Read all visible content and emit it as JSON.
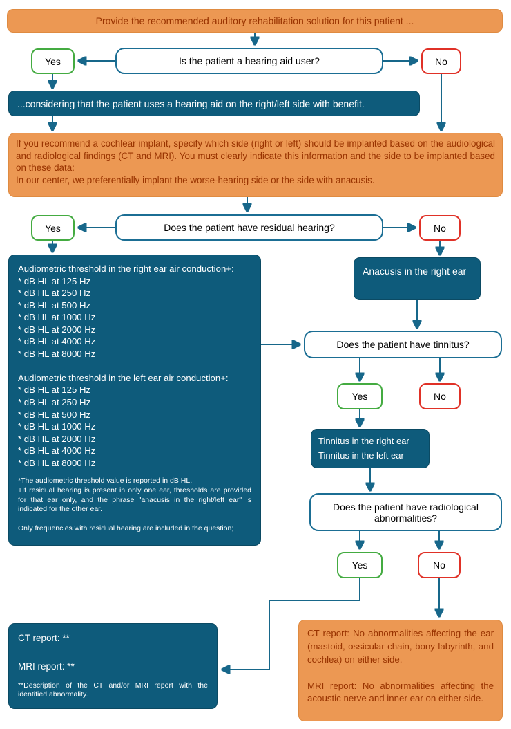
{
  "colors": {
    "orange_fill": "#EC9853",
    "orange_border": "#DF8B41",
    "orange_text": "#993300",
    "teal_fill": "#0E5B7B",
    "teal_border": "#0B4A63",
    "question_border": "#1B6E94",
    "yes_border": "#44AB41",
    "no_border": "#E03127",
    "arrow": "#17678A"
  },
  "labels": {
    "yes": "Yes",
    "no": "No"
  },
  "nodes": {
    "prompt": "Provide the recommended auditory rehabilitation solution for this patient ...",
    "q_hearing_aid": "Is the patient a hearing aid user?",
    "hearing_aid_note": "...considering that the patient uses a hearing aid on the right/left side with benefit.",
    "ci_instruction": "If you recommend a cochlear implant, specify which side (right or left) should be implanted based on the audiological and radiological findings (CT and MRI). You must clearly indicate this information and the side to be implanted based on these data:\nIn our center, we preferentially implant the worse-hearing side or the side with anacusis.",
    "q_residual_hearing": "Does the patient have residual hearing?",
    "audiometric_main": "Audiometric threshold in the right ear air conduction+:\n* dB HL at 125 Hz\n* dB HL at 250 Hz\n* dB HL at 500 Hz\n* dB HL at 1000 Hz\n* dB HL at 2000 Hz\n* dB HL at 4000 Hz\n* dB HL at 8000 Hz\n\nAudiometric threshold in the left ear air conduction+:\n* dB HL at 125 Hz\n* dB HL at 250 Hz\n* dB HL at 500 Hz\n* dB HL at 1000 Hz\n* dB HL at 2000 Hz\n* dB HL at 4000 Hz\n* dB HL at 8000 Hz",
    "audiometric_footnote": "*The audiometric threshold value is reported in dB HL.\n+If residual hearing is present in only one ear, thresholds are provided for that ear only, and the phrase \"anacusis in the right/left ear\" is indicated for the other ear.\n\nOnly frequencies with residual hearing are included in the question;",
    "anacusis": "Anacusis in the right ear",
    "q_tinnitus": "Does the patient have tinnitus?",
    "tinnitus": "Tinnitus in the right ear\nTinnitus in the left ear",
    "q_radiological": "Does the patient have radiological abnormalities?",
    "ct_abnormal_main": "CT report: **\n\nMRI report: **",
    "ct_abnormal_footnote": "**Description of the CT and/or MRI report with the identified abnormality.",
    "reports_normal": "CT report: No abnormalities affecting the ear (mastoid, ossicular chain, bony labyrinth, and cochlea) on either side.\n\nMRI report: No abnormalities affecting the acoustic nerve and inner ear on either side."
  }
}
